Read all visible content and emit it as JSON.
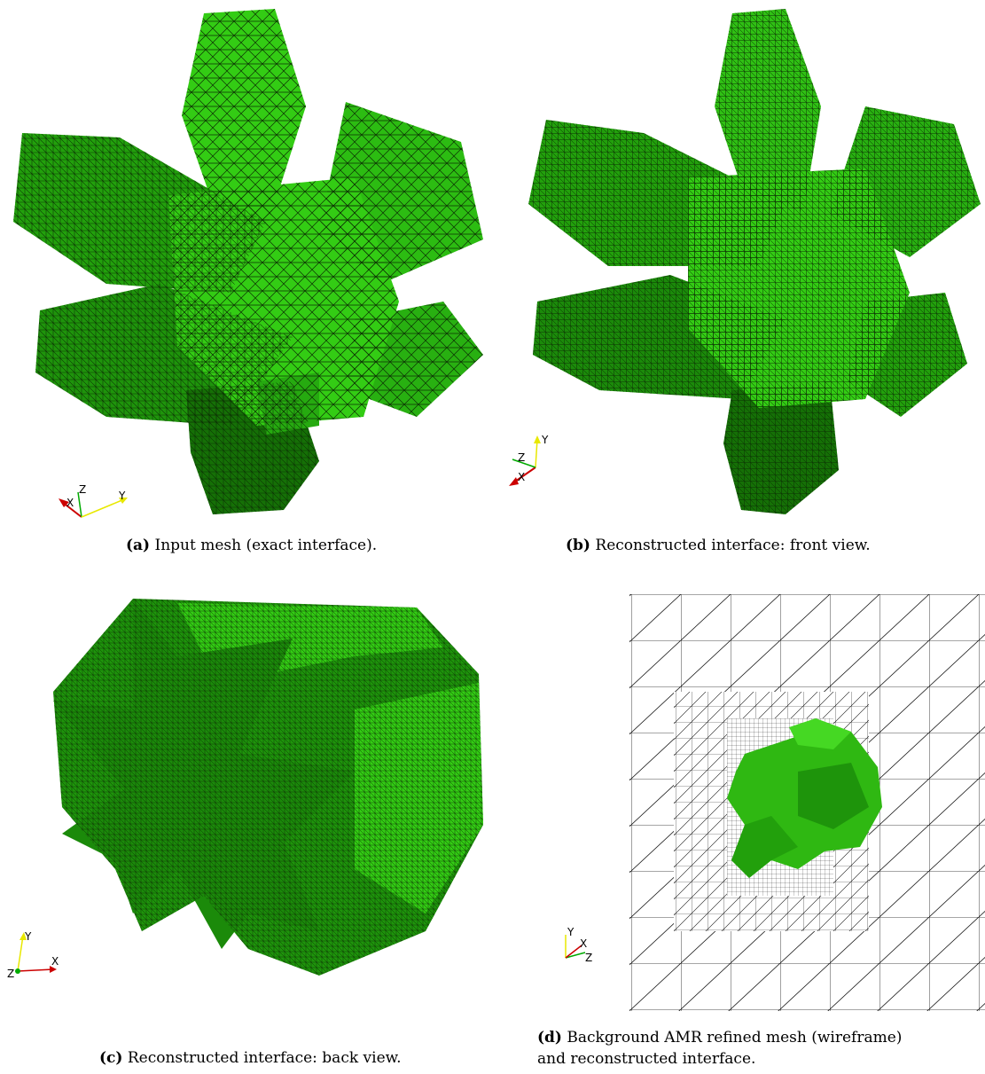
{
  "figure": {
    "panels": [
      {
        "id": "a",
        "tag": "(a)",
        "caption": "Input mesh (exact interface).",
        "axes": {
          "x": "X",
          "y": "Y",
          "z": "Z"
        }
      },
      {
        "id": "b",
        "tag": "(b)",
        "caption": "Reconstructed interface: front view.",
        "axes": {
          "x": "X",
          "y": "Y",
          "z": "Z"
        }
      },
      {
        "id": "c",
        "tag": "(c)",
        "caption": "Reconstructed interface: back view.",
        "axes": {
          "x": "X",
          "y": "Y",
          "z": "Z"
        }
      },
      {
        "id": "d",
        "tag": "(d)",
        "caption_line1": "Background AMR refined mesh (wireframe)",
        "caption_line2": "and reconstructed interface.",
        "axes": {
          "x": "X",
          "y": "Y",
          "z": "Z"
        }
      }
    ]
  },
  "colors": {
    "surface_light": "#33cc14",
    "surface_mid": "#22a00c",
    "surface_dark": "#157006",
    "mesh_line": "#0c3004",
    "axis_x": "#cc0000",
    "axis_y": "#e8e800",
    "axis_z": "#00aa00"
  }
}
